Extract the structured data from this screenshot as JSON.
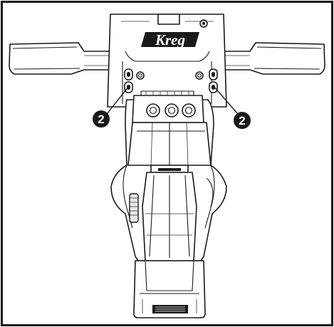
{
  "brand": {
    "logo_text": "Kreg",
    "frame_color": "#1a1a1a"
  },
  "callouts": [
    {
      "label": "2"
    },
    {
      "label": "2"
    }
  ]
}
